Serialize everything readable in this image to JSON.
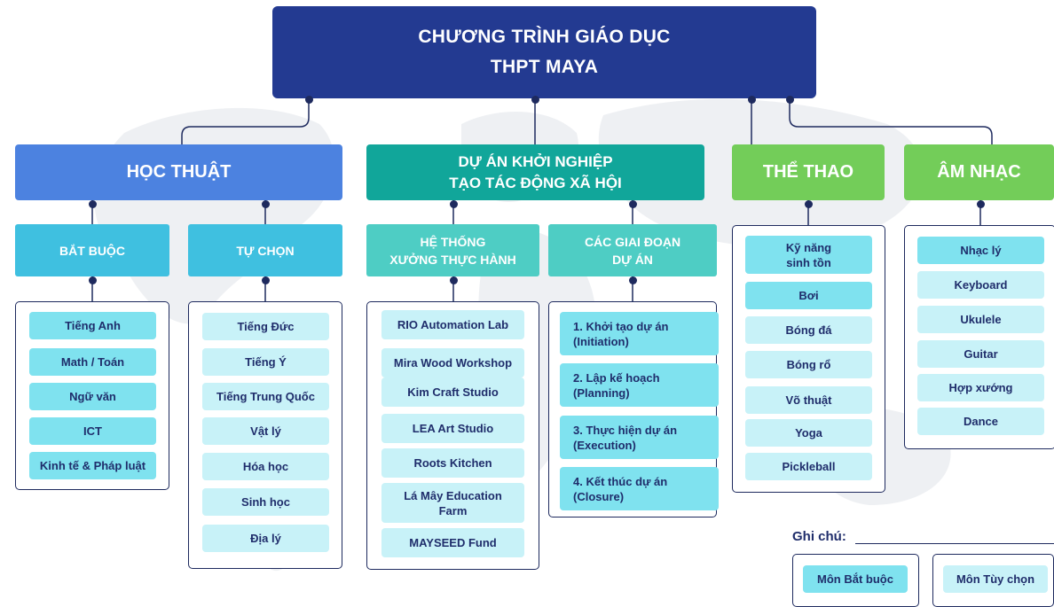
{
  "title": {
    "line1": "CHƯƠNG TRÌNH GIÁO DỤC",
    "line2": "THPT MAYA"
  },
  "categories": {
    "academic": {
      "label": "HỌC THUẬT"
    },
    "startup": {
      "line1": "DỰ ÁN KHỞI NGHIỆP",
      "line2": "TẠO TÁC ĐỘNG XÃ HỘI"
    },
    "sports": {
      "label": "THỂ THAO"
    },
    "music": {
      "label": "ÂM NHẠC"
    }
  },
  "subcategories": {
    "required": {
      "label": "BẮT BUỘC"
    },
    "elective": {
      "label": "TỰ CHỌN"
    },
    "workshops": {
      "line1": "HỆ THỐNG",
      "line2": "XƯỞNG THỰC HÀNH"
    },
    "phases": {
      "line1": "CÁC GIAI ĐOẠN",
      "line2": "DỰ ÁN"
    }
  },
  "required_subjects": [
    "Tiếng Anh",
    "Math / Toán",
    "Ngữ văn",
    "ICT",
    "Kinh tế & Pháp luật"
  ],
  "elective_subjects": [
    "Tiếng Đức",
    "Tiếng Ý",
    "Tiếng Trung Quốc",
    "Vật lý",
    "Hóa học",
    "Sinh học",
    "Địa lý"
  ],
  "workshops": [
    {
      "line1": "RIO Automation Lab",
      "line2": ""
    },
    {
      "line1": "Mira Wood Workshop",
      "line2": ""
    },
    {
      "line1": "Kim Craft Studio",
      "line2": ""
    },
    {
      "line1": "LEA Art Studio",
      "line2": ""
    },
    {
      "line1": "Roots Kitchen",
      "line2": ""
    },
    {
      "line1": "Lá Mây Education",
      "line2": "Farm"
    },
    {
      "line1": "MAYSEED Fund",
      "line2": ""
    }
  ],
  "project_phases": [
    {
      "line1": "1. Khởi tạo dự án",
      "line2": "(Initiation)"
    },
    {
      "line1": "2. Lập kế hoạch",
      "line2": "(Planning)"
    },
    {
      "line1": "3. Thực hiện dự án",
      "line2": "(Execution)"
    },
    {
      "line1": "4. Kết thúc dự án",
      "line2": "(Closure)"
    }
  ],
  "sports": [
    {
      "line1": "Kỹ năng",
      "line2": "sinh tồn"
    },
    {
      "line1": "Bơi",
      "line2": ""
    },
    {
      "line1": "Bóng đá",
      "line2": ""
    },
    {
      "line1": "Bóng rổ",
      "line2": ""
    },
    {
      "line1": "Võ thuật",
      "line2": ""
    },
    {
      "line1": "Yoga",
      "line2": ""
    },
    {
      "line1": "Pickleball",
      "line2": ""
    }
  ],
  "music": [
    "Nhạc lý",
    "Keyboard",
    "Ukulele",
    "Guitar",
    "Hợp xướng",
    "Dance"
  ],
  "legend": {
    "title": "Ghi chú:",
    "required_label": "Môn Bắt buộc",
    "elective_label": "Môn Tùy chọn"
  },
  "colors": {
    "title_bg": "#233a91",
    "academic": "#4c82e0",
    "startup": "#11a69a",
    "sports_music": "#73cd59",
    "required_item": "#7fe2ef",
    "elective_item": "#c8f2f8",
    "text_dark": "#1f2d6b"
  }
}
